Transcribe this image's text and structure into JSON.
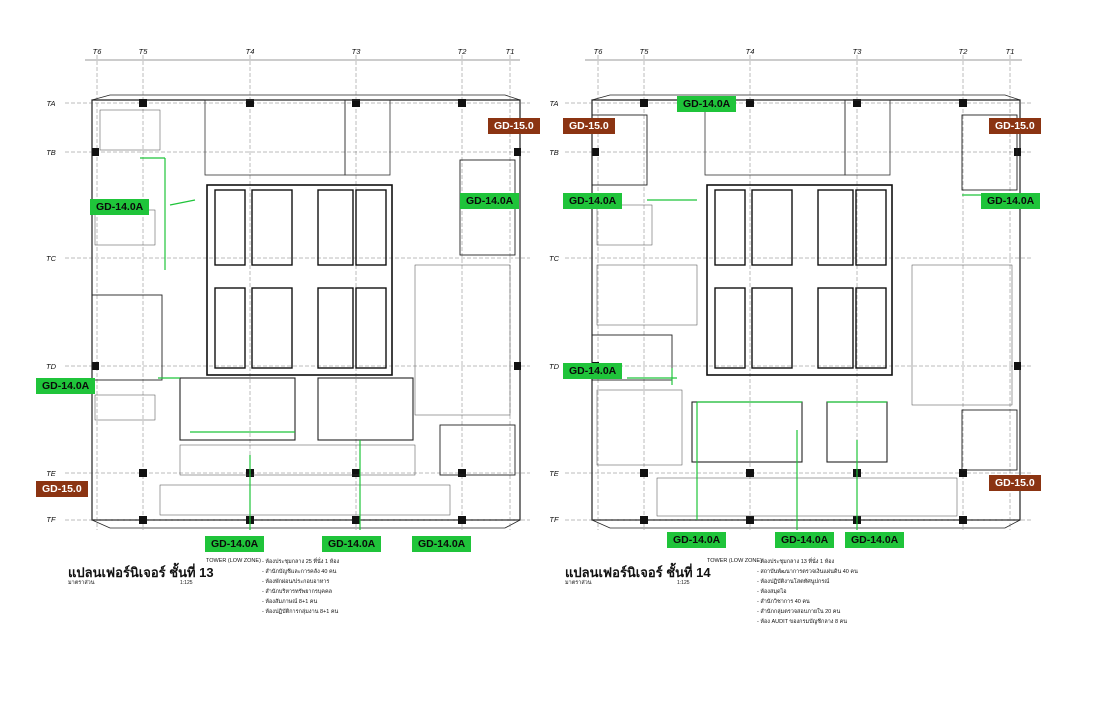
{
  "grid_columns": [
    "T6",
    "T5",
    "T4",
    "T3",
    "T2",
    "T1"
  ],
  "grid_rows": [
    "TA",
    "TB",
    "TC",
    "TD",
    "TE",
    "TF"
  ],
  "left_plan": {
    "title": "แปลนเฟอร์นิเจอร์ ชั้นที่ 13",
    "subtitle": "มาตราส่วน",
    "scale": "1:125",
    "legend_head": "TOWER (LOW ZONE)",
    "legend": [
      "- ห้องประชุมกลาง 25 ที่นั่ง 1 ห้อง",
      "- สำนักบัญชีและการคลัง 40 คน",
      "- ห้องพักผ่อน/ประกอบอาหาร",
      "- สำนักบริหารทรัพยากรบุคคล",
      "- ห้องสัมภาษณ์ 8+1 คน",
      "- ห้องปฏิบัติการกลุ่มงาน 8+1 คน"
    ],
    "tags_green": [
      "GD-14.0A",
      "GD-14.0A",
      "GD-14.0A",
      "GD-14.0A",
      "GD-14.0A",
      "GD-14.0A"
    ],
    "tags_brown": [
      "GD-15.0",
      "GD-15.0"
    ]
  },
  "right_plan": {
    "title": "แปลนเฟอร์นิเจอร์ ชั้นที่ 14",
    "subtitle": "มาตราส่วน",
    "scale": "1:125",
    "legend_head": "TOWER (LOW ZONE)",
    "legend": [
      "- ห้องประชุมกลาง 13 ที่นั่ง 1 ห้อง",
      "- สถาบันพัฒนาการตรวจเงินแผ่นดิน 40 คน",
      "- ห้องปฏิบัติงานโสตทัศนูปกรณ์",
      "- ห้องสมุดไอ",
      "- สำนักวิชาการ 40 คน",
      "- สำนักกลุ่มตรวจสอบภายใน 20 คน",
      "- ห้อง AUDIT ของกรมบัญชีกลาง 8 คน"
    ],
    "tags_green": [
      "GD-14.0A",
      "GD-14.0A",
      "GD-14.0A",
      "GD-14.0A",
      "GD-14.0A",
      "GD-14.0A",
      "GD-14.0A"
    ],
    "tags_brown": [
      "GD-15.0",
      "GD-15.0",
      "GD-15.0"
    ]
  }
}
